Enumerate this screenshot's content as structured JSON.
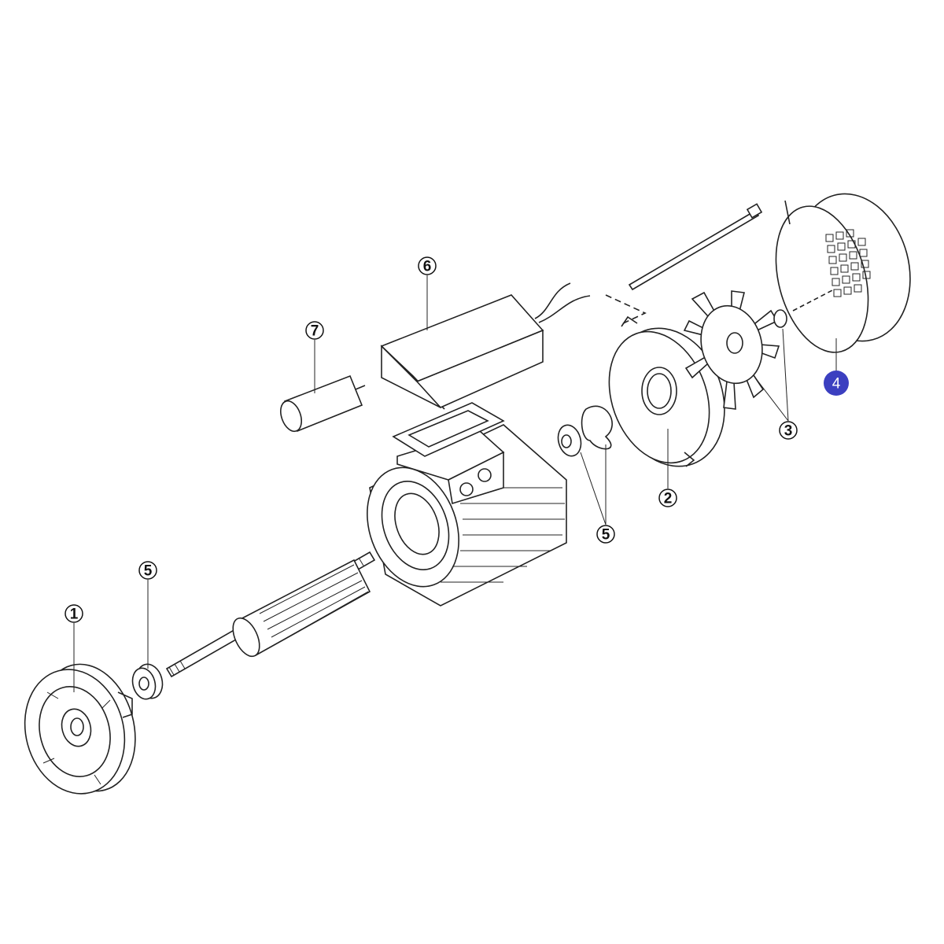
{
  "diagram": {
    "type": "exploded-parts-view",
    "highlight_color": "#3b3fc0",
    "callouts": [
      {
        "id": "c1",
        "label": "1",
        "part": "front-flange"
      },
      {
        "id": "c5a",
        "label": "5",
        "part": "front-bearing"
      },
      {
        "id": "c7",
        "label": "7",
        "part": "capacitor"
      },
      {
        "id": "c6",
        "label": "6",
        "part": "terminal-box"
      },
      {
        "id": "c5b",
        "label": "5",
        "part": "rear-bearing-and-spring-washer"
      },
      {
        "id": "c2",
        "label": "2",
        "part": "rear-endshield"
      },
      {
        "id": "c3",
        "label": "3",
        "part": "fan-and-clip"
      },
      {
        "id": "c4",
        "label": "4",
        "part": "fan-cover",
        "highlighted": true
      }
    ]
  }
}
